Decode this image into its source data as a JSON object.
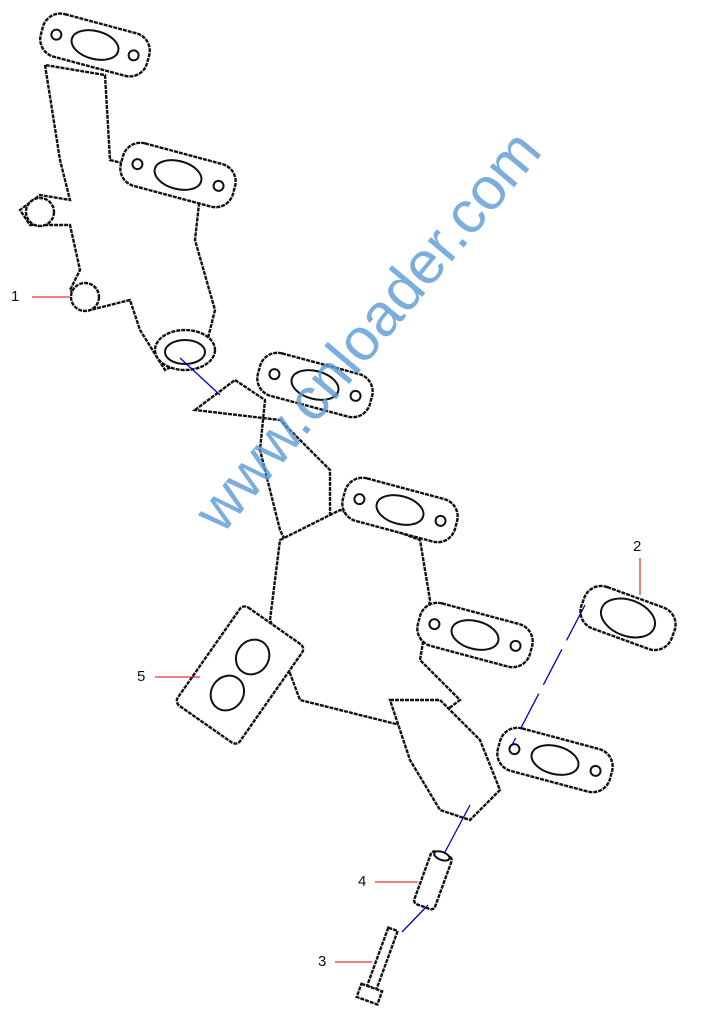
{
  "diagram": {
    "callouts": [
      {
        "number": "1",
        "part": "plug"
      },
      {
        "number": "2",
        "part": "gasket"
      },
      {
        "number": "3",
        "part": "bolt"
      },
      {
        "number": "4",
        "part": "spacer"
      },
      {
        "number": "5",
        "part": "outlet-gasket"
      }
    ],
    "watermark": "www.cnloader.com",
    "colors": {
      "leader": "#dd0000",
      "axis": "#0000cc",
      "watermark": "#5b9bd5"
    }
  }
}
